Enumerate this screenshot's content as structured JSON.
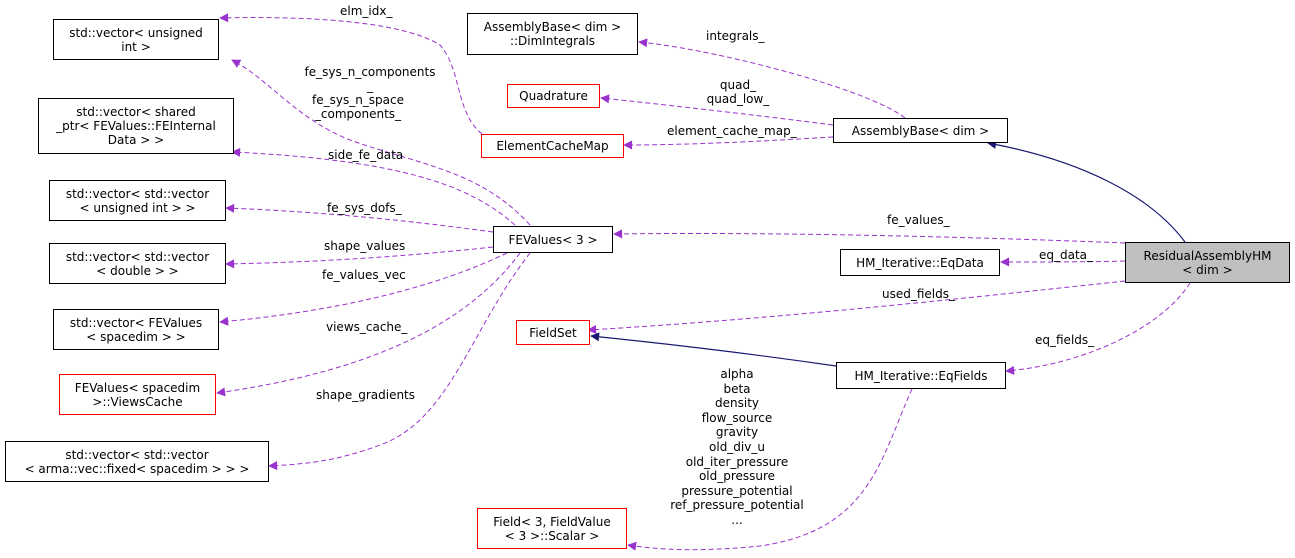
{
  "colors": {
    "dependency_edge": "#9a32cd",
    "inheritance_edge": "#191970",
    "border_red": "#ff0000",
    "focus_fill": "#bfbfbf"
  },
  "nodes": {
    "residual_assembly_hm": [
      "ResidualAssemblyHM",
      "< dim >"
    ],
    "assembly_base": [
      "AssemblyBase< dim >"
    ],
    "assembly_base_dim_integrals": [
      "AssemblyBase< dim >",
      "::DimIntegrals"
    ],
    "quadrature": [
      "Quadrature"
    ],
    "element_cache_map": [
      "ElementCacheMap"
    ],
    "fe_values_3": [
      "FEValues< 3 >"
    ],
    "hm_eq_data": [
      "HM_Iterative::EqData"
    ],
    "field_set": [
      "FieldSet"
    ],
    "hm_eq_fields": [
      "HM_Iterative::EqFields"
    ],
    "field_scalar": [
      "Field< 3, FieldValue",
      "< 3 >::Scalar >"
    ],
    "vector_unsigned_int": [
      "std::vector< unsigned",
      "int >"
    ],
    "vector_shared_ptr": [
      "std::vector< shared",
      "_ptr< FEValues::FEInternal",
      "Data > >"
    ],
    "vector_vector_unsigned": [
      "std::vector< std::vector",
      "< unsigned int > >"
    ],
    "vector_vector_double": [
      "std::vector< std::vector",
      "< double > >"
    ],
    "vector_fevalues_spacedim": [
      "std::vector< FEValues",
      "< spacedim > >"
    ],
    "fevalues_views_cache": [
      "FEValues< spacedim",
      ">::ViewsCache"
    ],
    "vector_vector_arma": [
      "std::vector< std::vector",
      "< arma::vec::fixed< spacedim > > >"
    ]
  },
  "edge_labels": {
    "integrals": [
      "integrals_"
    ],
    "quad": [
      "quad_",
      "quad_low_"
    ],
    "element_cache_map": [
      "element_cache_map_"
    ],
    "fe_values": [
      "fe_values_"
    ],
    "eq_data": [
      "eq_data_"
    ],
    "used_fields": [
      "used_fields_"
    ],
    "eq_fields": [
      "eq_fields_"
    ],
    "elm_idx": [
      "elm_idx_"
    ],
    "fe_sys_n_components": [
      "fe_sys_n_components",
      "_"
    ],
    "fe_sys_n_space_components": [
      "fe_sys_n_space",
      "_components_"
    ],
    "side_fe_data": [
      "side_fe_data"
    ],
    "fe_sys_dofs": [
      "fe_sys_dofs_"
    ],
    "shape_values": [
      "shape_values"
    ],
    "fe_values_vec": [
      "fe_values_vec"
    ],
    "views_cache": [
      "views_cache_"
    ],
    "shape_gradients": [
      "shape_gradients"
    ],
    "field_members": [
      "alpha",
      "beta",
      "density",
      "flow_source",
      "gravity",
      "old_div_u",
      "old_iter_pressure",
      "old_pressure",
      "pressure_potential",
      "ref_pressure_potential",
      "..."
    ]
  }
}
